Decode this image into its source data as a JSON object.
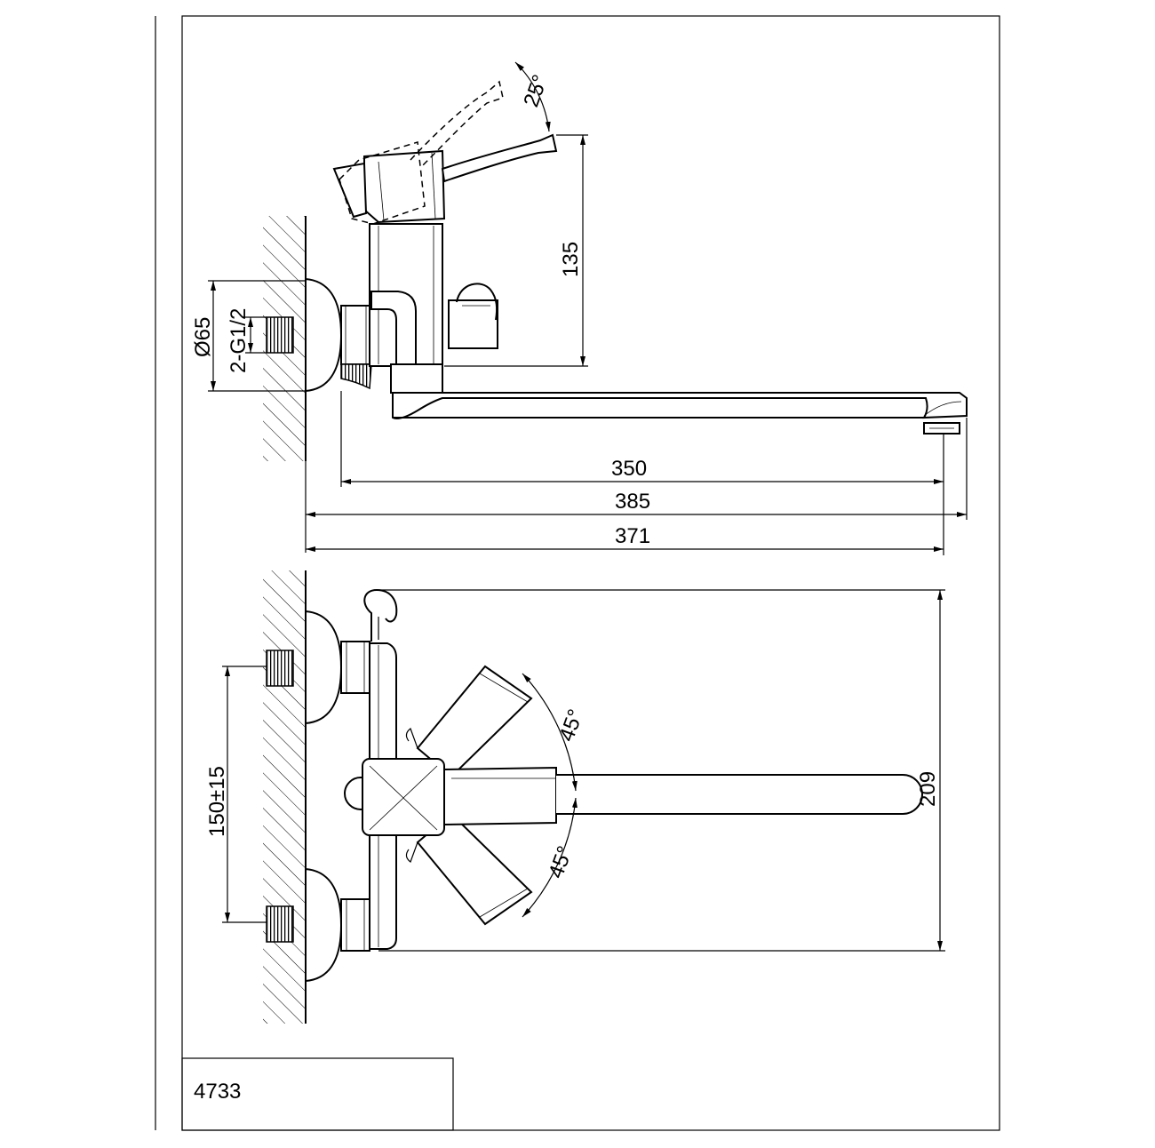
{
  "dimensions": {
    "spout_reach": "350",
    "overall_length_1": "385",
    "overall_length_2": "371",
    "height_above_outlet": "135",
    "flange_diameter": "Ø65",
    "thread": "2-G1/2",
    "center_distance": "150±15",
    "overall_width": "209"
  },
  "angles": {
    "lever_lift": "25°",
    "swing_upper": "45°",
    "swing_lower": "45°"
  },
  "title_block": {
    "model": "4733"
  }
}
